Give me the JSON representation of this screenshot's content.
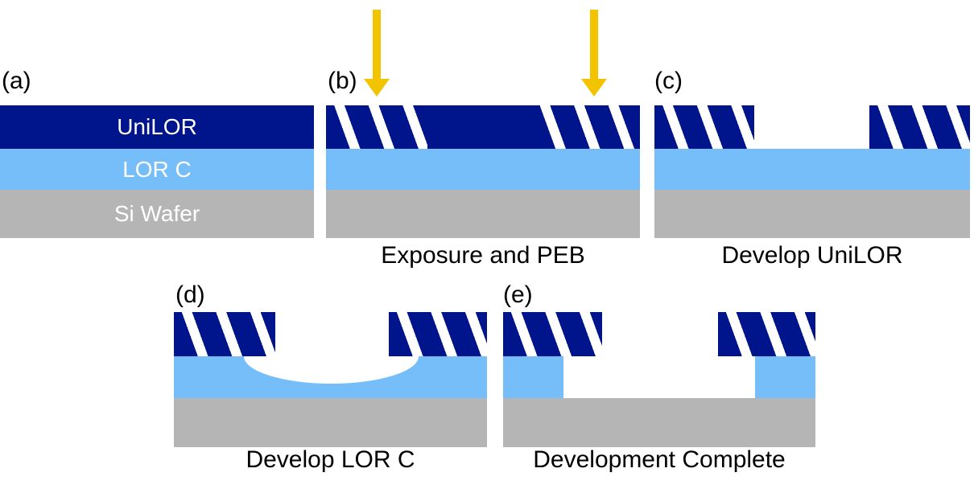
{
  "panels": {
    "a": {
      "label": "(a)",
      "unilor_label": "UniLOR",
      "lorc_label": "LOR C",
      "wafer_label": "Si Wafer"
    },
    "b": {
      "label": "(b)",
      "caption": "Exposure and PEB"
    },
    "c": {
      "label": "(c)",
      "caption": "Develop UniLOR"
    },
    "d": {
      "label": "(d)",
      "caption": "Develop LOR C"
    },
    "e": {
      "label": "(e)",
      "caption": "Development Complete"
    }
  },
  "colors": {
    "unilor_navy": "#00148C",
    "exposed_hatch_white": "#FFFFFF",
    "lorc_blue": "#75BEFA",
    "wafer_gray": "#B5B5B5",
    "arrow_yellow": "#F2C400",
    "label_text": "#000000",
    "layer_text": "#FFFFFF"
  }
}
